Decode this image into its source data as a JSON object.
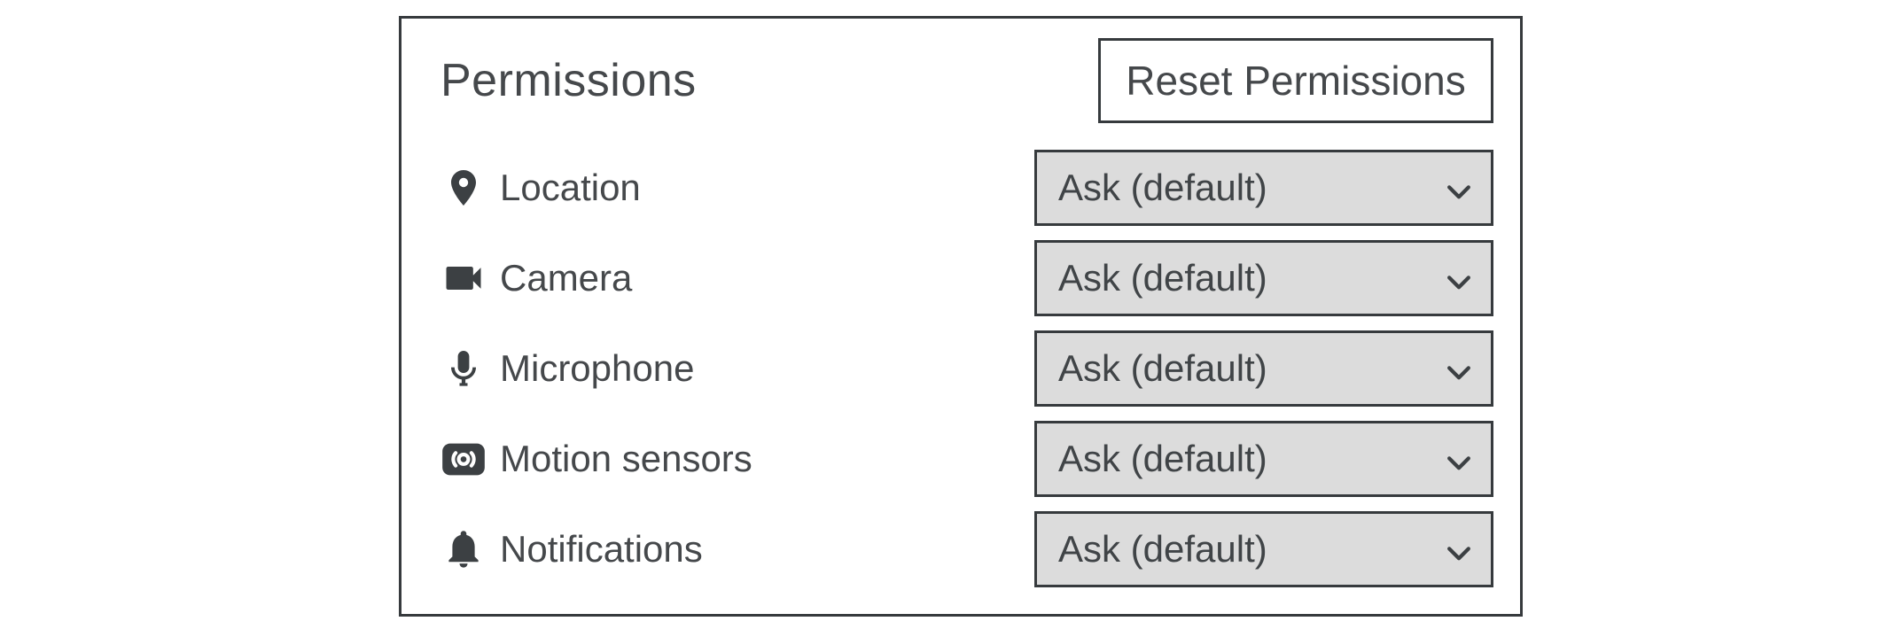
{
  "panel": {
    "title": "Permissions",
    "reset_button_label": "Reset Permissions",
    "rows": [
      {
        "icon": "location-pin-icon",
        "label": "Location",
        "value": "Ask (default)"
      },
      {
        "icon": "video-camera-icon",
        "label": "Camera",
        "value": "Ask (default)"
      },
      {
        "icon": "microphone-icon",
        "label": "Microphone",
        "value": "Ask (default)"
      },
      {
        "icon": "motion-sensors-icon",
        "label": "Motion sensors",
        "value": "Ask (default)"
      },
      {
        "icon": "bell-icon",
        "label": "Notifications",
        "value": "Ask (default)"
      }
    ],
    "colors": {
      "border_dark": "#363a3d",
      "text_dark": "#45484b",
      "icon_dark": "#3c4043",
      "select_background": "#dcdcdc",
      "panel_background": "#ffffff"
    }
  }
}
